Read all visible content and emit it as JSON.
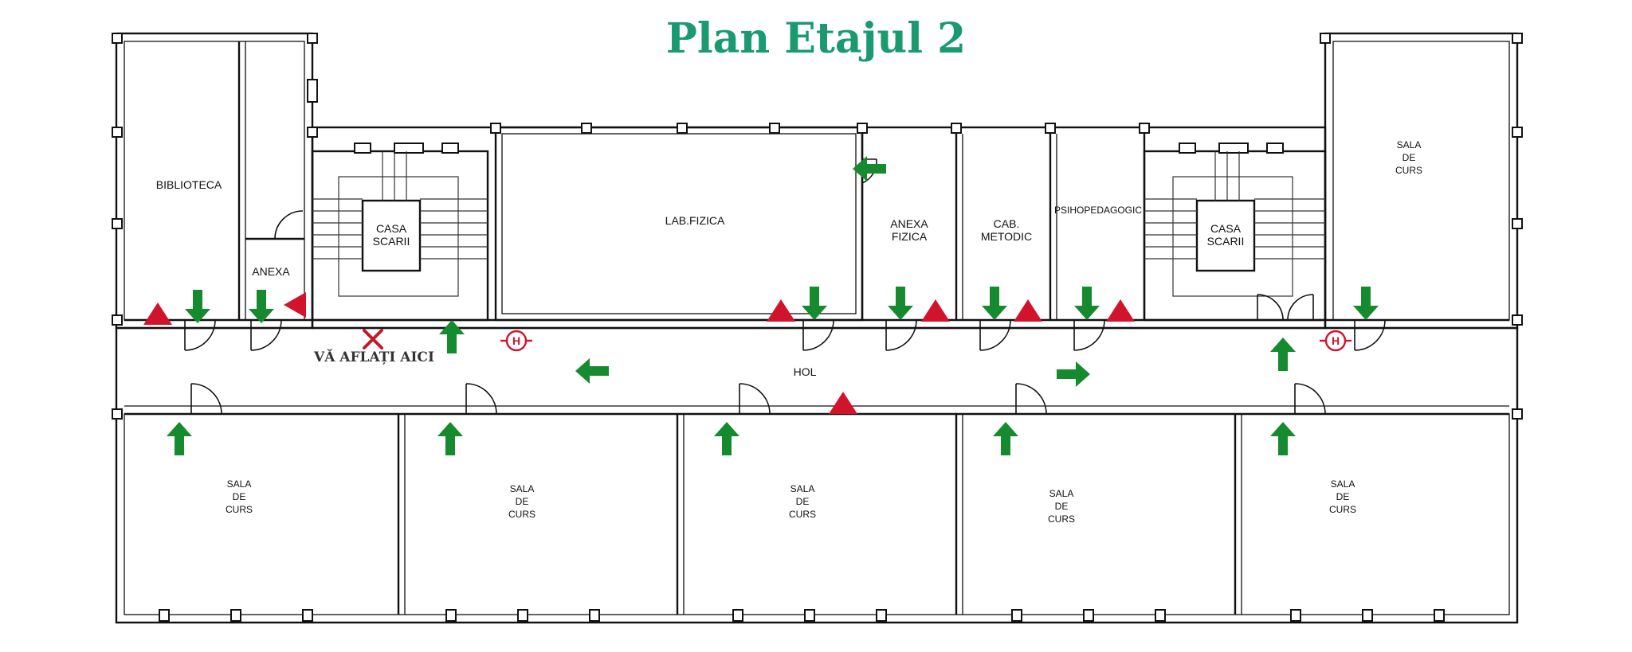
{
  "title": "Plan Etajul 2",
  "rooms": {
    "biblioteca": "BIBLIOTECA",
    "anexa": "ANEXA",
    "casa_scarii_left": [
      "CASA",
      "SCARII"
    ],
    "lab_fizica": "LAB.FIZICA",
    "anexa_fizica": [
      "ANEXA",
      "FIZICA"
    ],
    "cab_metodic": [
      "CAB.",
      "METODIC"
    ],
    "psihopedagogic": "PSIHOPEDAGOGIC",
    "casa_scarii_right": [
      "CASA",
      "SCARII"
    ],
    "sala_de_curs_top_right": [
      "SALA",
      "DE",
      "CURS"
    ],
    "hol": "HOL",
    "sala_de_curs_1": [
      "SALA",
      "DE",
      "CURS"
    ],
    "sala_de_curs_2": [
      "SALA",
      "DE",
      "CURS"
    ],
    "sala_de_curs_3": [
      "SALA",
      "DE",
      "CURS"
    ],
    "sala_de_curs_4": [
      "SALA",
      "DE",
      "CURS"
    ],
    "sala_de_curs_5": [
      "SALA",
      "DE",
      "CURS"
    ]
  },
  "you_are_here": "VĂ AFLAȚI AICI",
  "symbols": {
    "hydrant_letter": "H",
    "arrow_color": "#168a2f",
    "warning_color": "#d1142b",
    "title_color": "#1b9a6f",
    "arrow_icon": "evacuation-arrow-icon",
    "warning_icon": "fire-extinguisher-triangle-icon",
    "hydrant_icon": "fire-hydrant-icon",
    "marker_icon": "you-are-here-x-icon"
  }
}
